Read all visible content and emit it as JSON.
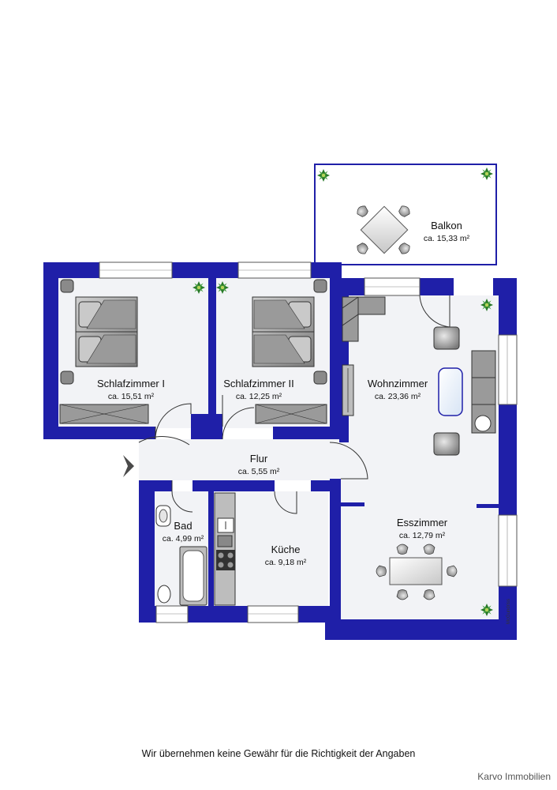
{
  "colors": {
    "wall": "#1f1fa8",
    "floor": "#f2f3f6",
    "furniture": "#8c8c8c",
    "furniture_dark": "#5a5a5a",
    "plant": "#2a7a2a"
  },
  "rooms": {
    "balkon": {
      "name": "Balkon",
      "area": "ca. 15,33 m²"
    },
    "schlafzimmer1": {
      "name": "Schlafzimmer I",
      "area": "ca. 15,51 m²"
    },
    "schlafzimmer2": {
      "name": "Schlafzimmer II",
      "area": "ca. 12,25 m²"
    },
    "wohnzimmer": {
      "name": "Wohnzimmer",
      "area": "ca. 23,36 m²"
    },
    "flur": {
      "name": "Flur",
      "area": "ca. 5,55 m²"
    },
    "bad": {
      "name": "Bad",
      "area": "ca. 4,99 m²"
    },
    "kueche": {
      "name": "Küche",
      "area": "ca. 9,18 m²"
    },
    "esszimmer": {
      "name": "Esszimmer",
      "area": "ca. 12,79 m²"
    }
  },
  "credit": "McGundriss",
  "disclaimer": "Wir übernehmen keine Gewähr für die Richtigkeit der Angaben",
  "company": "Karvo Immobilien"
}
